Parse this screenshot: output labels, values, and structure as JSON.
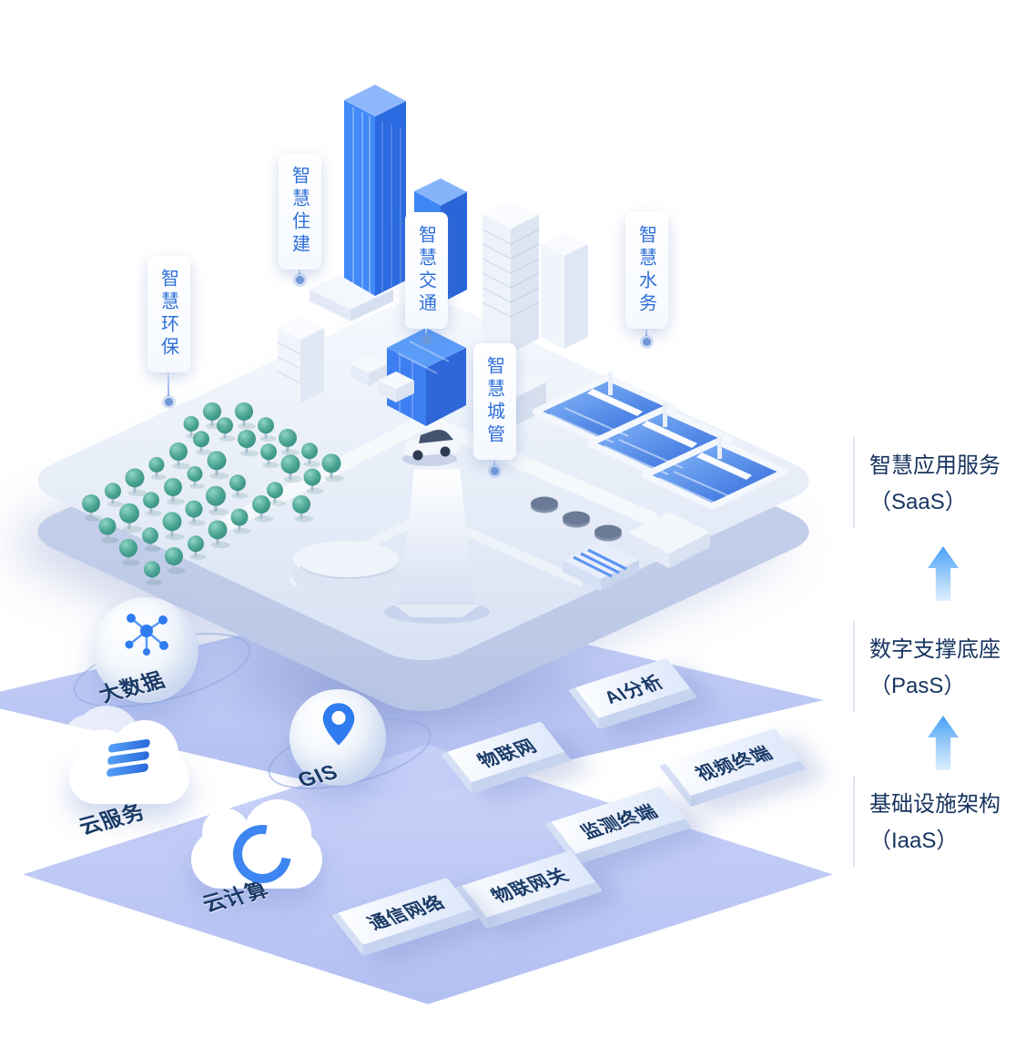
{
  "callouts": [
    {
      "id": "smart-environment",
      "label": "智慧环保"
    },
    {
      "id": "smart-housing",
      "label": "智慧住建"
    },
    {
      "id": "smart-transport",
      "label": "智慧交通"
    },
    {
      "id": "smart-city-mgmt",
      "label": "智慧城管"
    },
    {
      "id": "smart-water",
      "label": "智慧水务"
    }
  ],
  "platform_items": {
    "big_data": {
      "label": "大数据",
      "icon": "network-nodes-icon"
    },
    "gis": {
      "label": "GIS",
      "icon": "location-pin-icon"
    },
    "ai_analysis": {
      "label": "AI分析"
    },
    "iot": {
      "label": "物联网"
    },
    "video_terminal": {
      "label": "视频终端"
    },
    "cloud_service": {
      "label": "云服务",
      "icon": "server-stack-icon"
    },
    "cloud_computing": {
      "label": "云计算",
      "icon": "cloud-c-icon"
    },
    "monitor_terminal": {
      "label": "监测终端"
    },
    "iot_gateway": {
      "label": "物联网关"
    },
    "comm_network": {
      "label": "通信网络"
    }
  },
  "right_panel": [
    {
      "title": "智慧应用服务",
      "subtitle": "（SaaS）"
    },
    {
      "title": "数字支撑底座",
      "subtitle": "（PasS）"
    },
    {
      "title": "基础设施架构",
      "subtitle": "（IaaS）"
    }
  ],
  "colors": {
    "accent_blue": "#2F7BF0",
    "navy_text": "#17345F",
    "callout_blue": "#2E6FD8",
    "tree_teal": "#3E978B",
    "layer_periwinkle": "#AEBCF0",
    "arrow_top": "#47A0F6",
    "arrow_bottom": "#DDEFFE"
  }
}
